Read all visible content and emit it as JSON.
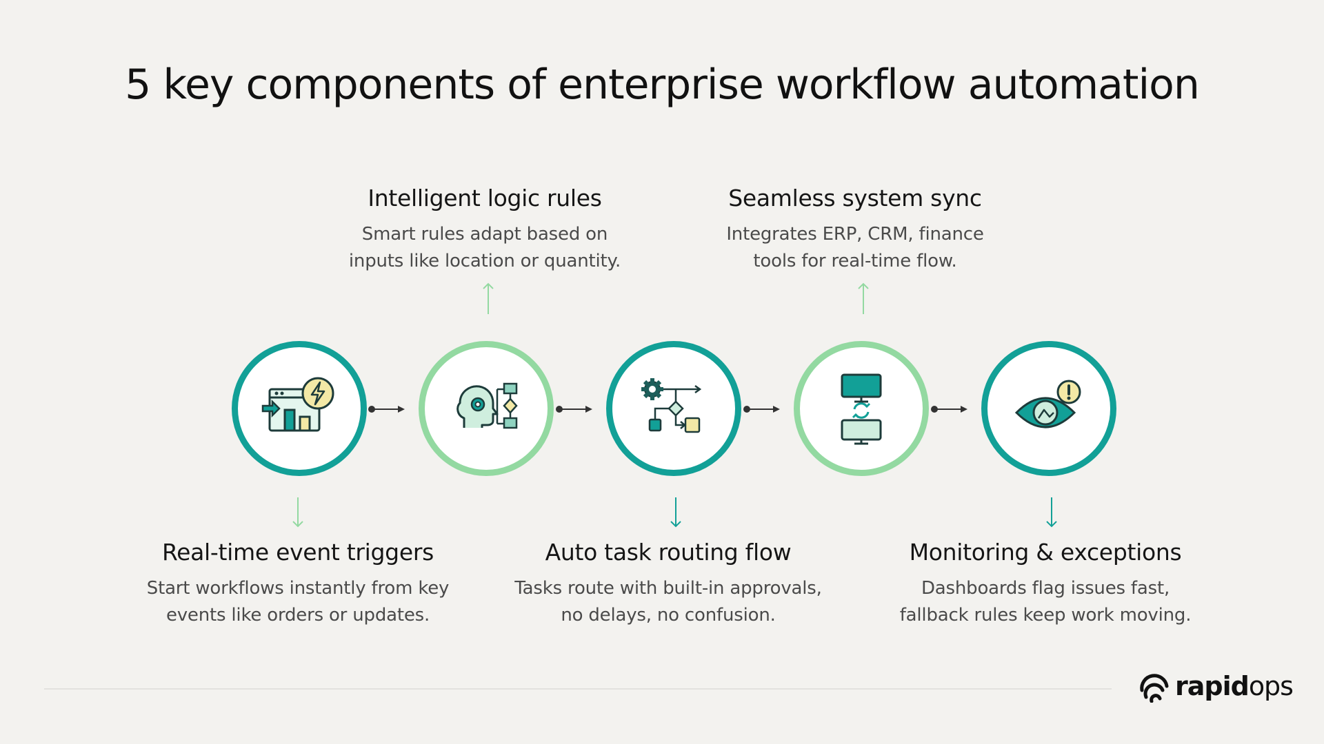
{
  "title": "5 key components of enterprise workflow automation",
  "components": [
    {
      "heading": "Real-time event triggers",
      "description": [
        "Start workflows instantly from key",
        "events like orders or updates."
      ],
      "icon": "event-trigger-icon",
      "ring_color": "#12a097"
    },
    {
      "heading": "Intelligent logic rules",
      "description": [
        "Smart rules adapt based on",
        "inputs like location or quantity."
      ],
      "icon": "logic-rules-icon",
      "ring_color": "#93d9a1"
    },
    {
      "heading": "Auto task routing flow",
      "description": [
        "Tasks route with built-in approvals,",
        "no delays, no confusion."
      ],
      "icon": "task-routing-icon",
      "ring_color": "#12a097"
    },
    {
      "heading": "Seamless system sync",
      "description": [
        "Integrates ERP, CRM, finance",
        "tools for real-time flow."
      ],
      "icon": "system-sync-icon",
      "ring_color": "#93d9a1"
    },
    {
      "heading": "Monitoring & exceptions",
      "description": [
        "Dashboards flag issues fast,",
        "fallback rules keep work moving."
      ],
      "icon": "monitoring-icon",
      "ring_color": "#12a097"
    }
  ],
  "brand": {
    "bold": "rapid",
    "light": "ops"
  },
  "colors": {
    "teal": "#12a097",
    "light_green": "#93d9a1",
    "background": "#f3f2ef"
  }
}
